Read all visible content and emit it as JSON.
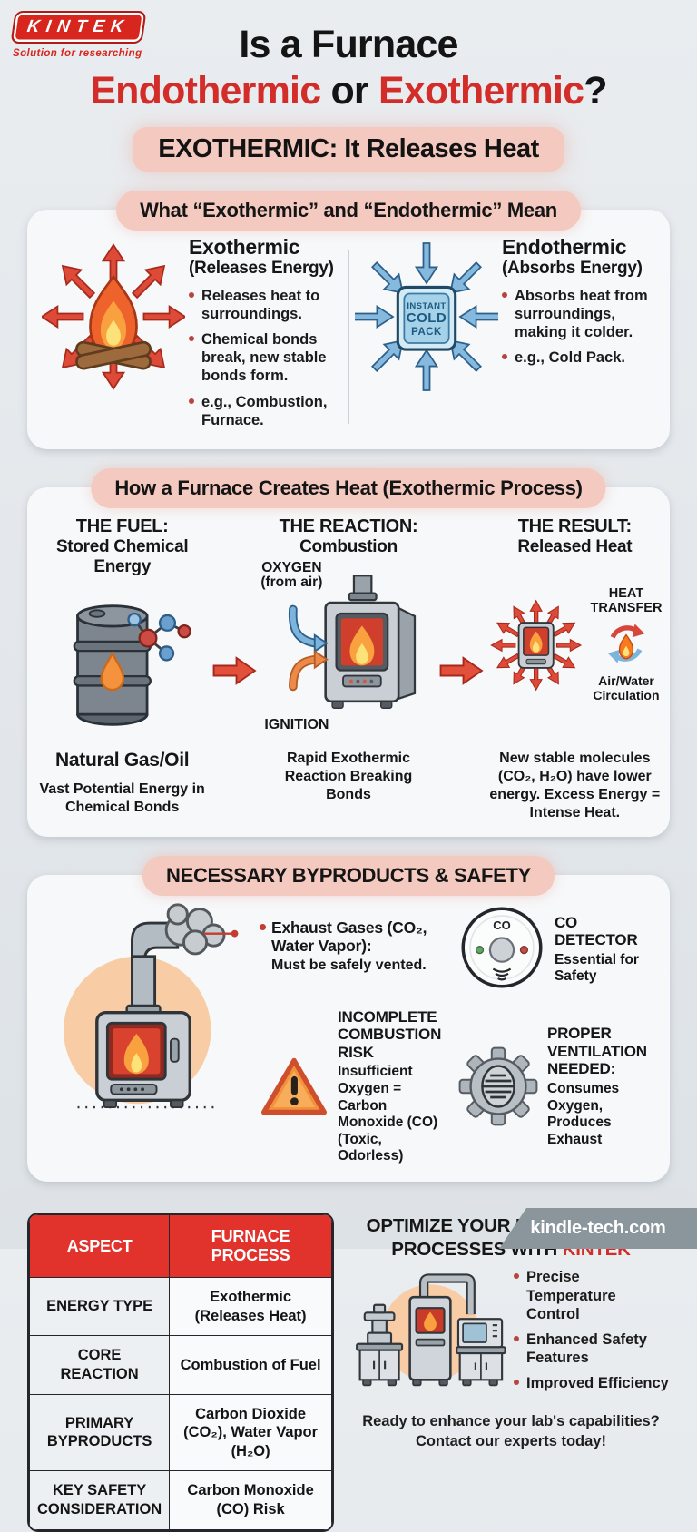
{
  "brand": {
    "logo_text": "KINTEK",
    "tagline": "Solution for researching"
  },
  "header": {
    "title_line1": "Is a Furnace",
    "endothermic": "Endothermic",
    "or": " or ",
    "exothermic": "Exothermic",
    "qmark": "?",
    "banner": "EXOTHERMIC: It Releases Heat"
  },
  "meaning": {
    "heading": "What “Exothermic” and “Endothermic” Mean",
    "exo": {
      "title": "Exothermic",
      "subtitle": "(Releases Energy)",
      "bullets": [
        "Releases heat to surroundings.",
        "Chemical bonds break, new stable bonds form.",
        "e.g., Combustion, Furnace."
      ]
    },
    "endo": {
      "title": "Endothermic",
      "subtitle": "(Absorbs Energy)",
      "bullets": [
        "Absorbs heat from surroundings, making it colder.",
        "e.g., Cold Pack."
      ],
      "pack": [
        "INSTANT",
        "COLD",
        "PACK"
      ]
    }
  },
  "process": {
    "heading": "How a Furnace Creates Heat (Exothermic Process)",
    "fuel": {
      "title": "THE FUEL:",
      "subtitle": "Stored Chemical Energy",
      "label": "Natural Gas/Oil",
      "desc": "Vast Potential Energy in Chemical Bonds"
    },
    "reaction": {
      "title": "THE REACTION:",
      "subtitle": "Combustion",
      "oxygen_label": "OXYGEN",
      "oxygen_sub": "(from air)",
      "ignition_label": "IGNITION",
      "desc": "Rapid Exothermic Reaction Breaking Bonds"
    },
    "result": {
      "title": "THE RESULT:",
      "subtitle": "Released Heat",
      "heat_transfer_label": "HEAT TRANSFER",
      "circulation_label": "Air/Water Circulation",
      "desc": "New stable molecules (CO₂, H₂O) have lower energy. Excess Energy = Intense Heat."
    }
  },
  "safety": {
    "heading": "NECESSARY BYPRODUCTS & SAFETY",
    "exhaust_title": "Exhaust Gases (CO₂, Water Vapor):",
    "exhaust_desc": "Must be safely vented.",
    "detector_icon_label": "CO",
    "detector_title": "CO DETECTOR",
    "detector_desc": "Essential for Safety",
    "combustion_title": "INCOMPLETE COMBUSTION RISK",
    "combustion_desc": "Insufficient Oxygen = Carbon Monoxide (CO) (Toxic, Odorless)",
    "ventilation_title": "PROPER VENTILATION NEEDED:",
    "ventilation_desc": "Consumes Oxygen, Produces Exhaust"
  },
  "table": {
    "headers": [
      "ASPECT",
      "FURNACE PROCESS"
    ],
    "rows": [
      [
        "ENERGY TYPE",
        "Exothermic (Releases Heat)"
      ],
      [
        "CORE REACTION",
        "Combustion of Fuel"
      ],
      [
        "PRIMARY BYPRODUCTS",
        "Carbon Dioxide (CO₂), Water Vapor (H₂O)"
      ],
      [
        "KEY SAFETY CONSIDERATION",
        "Carbon Monoxide (CO) Risk"
      ]
    ]
  },
  "promo": {
    "title_prefix": "OPTIMIZE YOUR LAB'S HEATING PROCESSES WITH ",
    "title_brand": "KINTEK",
    "bullets": [
      "Precise Temperature Control",
      "Enhanced Safety Features",
      "Improved Efficiency"
    ],
    "cta_line1": "Ready to enhance your lab's capabilities?",
    "cta_line2": "Contact our experts today!"
  },
  "footer": {
    "url": "kindle-tech.com"
  },
  "colors": {
    "accent_red": "#d32d2a",
    "pill_pink": "#f3c9c0",
    "table_header_red": "#e2322c",
    "arrow_red": "#dd4a38",
    "arrow_blue": "#7cb4dc",
    "arrow_orange": "#ec8a4b"
  }
}
